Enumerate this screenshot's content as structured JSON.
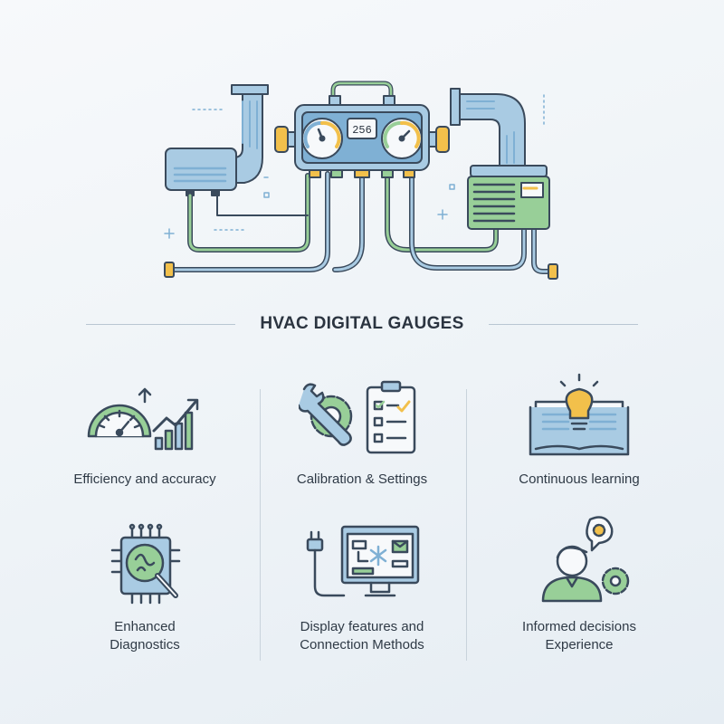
{
  "title": "HVAC DIGITAL GAUGES",
  "gauge_readout": "256",
  "colors": {
    "outline": "#3a4a5c",
    "blue": "#a9cbe3",
    "blue_dark": "#7fb0d4",
    "green": "#98cf98",
    "yellow": "#f2c04b",
    "bg": "#eef3f7"
  },
  "features": [
    {
      "label": "Efficiency and accuracy",
      "icon": "speedometer-chart-icon"
    },
    {
      "label": "Calibration  & Settings",
      "icon": "wrench-gear-checklist-icon"
    },
    {
      "label": "Continuous learning",
      "icon": "book-lightbulb-icon"
    },
    {
      "label": "Enhanced\nDiagnostics",
      "icon": "chip-magnifier-icon"
    },
    {
      "label": "Display features and\nConnection Methods",
      "icon": "monitor-plug-icon"
    },
    {
      "label": "Informed decisions\nExperience",
      "icon": "person-gears-icon"
    }
  ]
}
